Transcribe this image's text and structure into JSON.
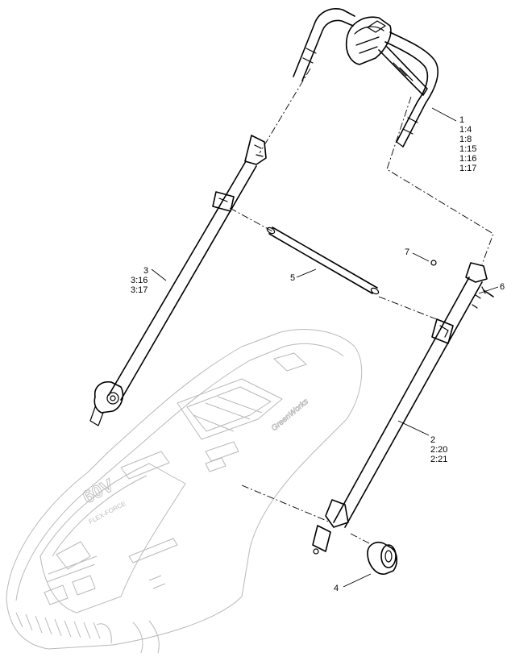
{
  "callouts": [
    {
      "id": "c1",
      "lines": [
        "1",
        "1:4",
        "1:8",
        "1:15",
        "1:16",
        "1:17"
      ]
    },
    {
      "id": "c2",
      "lines": [
        "2",
        "2:20",
        "2:21"
      ]
    },
    {
      "id": "c3",
      "lines": [
        "3",
        "3:16",
        "3:17"
      ]
    },
    {
      "id": "c4",
      "lines": [
        "4"
      ]
    },
    {
      "id": "c5",
      "lines": [
        "5"
      ]
    },
    {
      "id": "c6",
      "lines": [
        "6"
      ]
    },
    {
      "id": "c7",
      "lines": [
        "7"
      ]
    }
  ],
  "deck_labels": {
    "voltage": "60V",
    "badge": "FLEX-FORCE",
    "brand": "GreenWorks"
  }
}
